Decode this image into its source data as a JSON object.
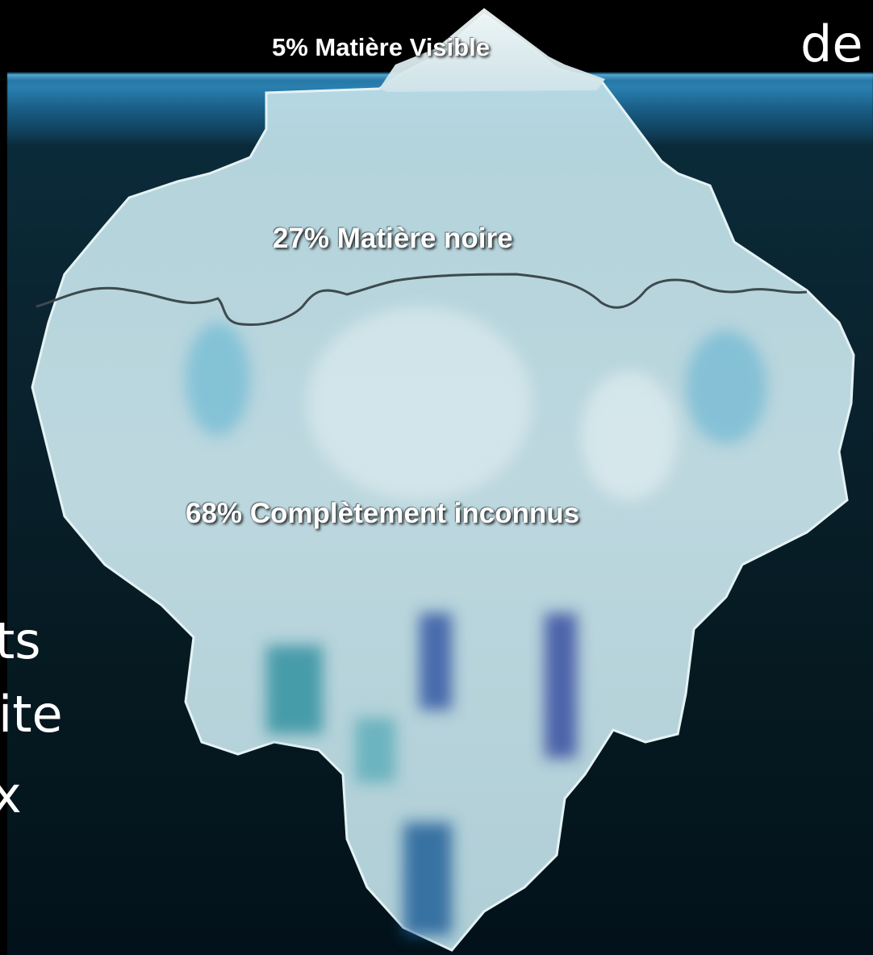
{
  "labels": {
    "visible": "5% Matière Visible",
    "dark_matter": "27% Matière noire",
    "unknown": "68% Complètement inconnus"
  },
  "background_text": {
    "top_right": "de",
    "left_line1": "ts",
    "left_line2": "ite",
    "left_line3": "x"
  },
  "segments": [
    {
      "percent": 5,
      "name": "Matière Visible"
    },
    {
      "percent": 27,
      "name": "Matière noire"
    },
    {
      "percent": 68,
      "name": "Complètement inconnus"
    }
  ],
  "colors": {
    "background": "#031016",
    "water": "#2a80b0",
    "ice": "#cfe6ec",
    "divider_line": "#3d4a4d",
    "text": "#ffffff"
  }
}
